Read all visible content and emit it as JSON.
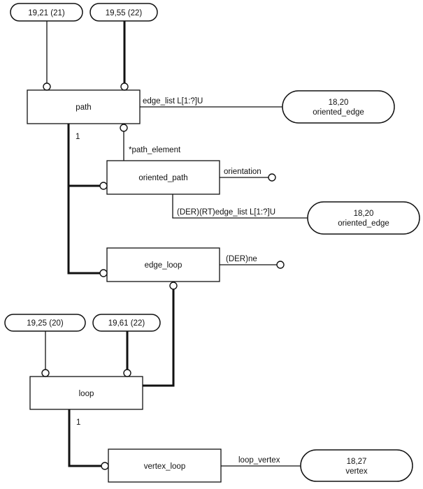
{
  "diagram": {
    "notation": "EXPRESS-G",
    "entities": {
      "path": "path",
      "oriented_path": "oriented_path",
      "edge_loop": "edge_loop",
      "loop": "loop",
      "vertex_loop": "vertex_loop"
    },
    "page_refs": {
      "top_left": "19,21 (21)",
      "top_right": "19,55 (22)",
      "mid_left": "19,25 (20)",
      "mid_right": "19,61 (22)",
      "oriented_edge_1": {
        "ref": "18,20",
        "name": "oriented_edge"
      },
      "oriented_edge_2": {
        "ref": "18,20",
        "name": "oriented_edge"
      },
      "vertex": {
        "ref": "18,27",
        "name": "vertex"
      }
    },
    "attributes": {
      "path_edge_list": "edge_list L[1:?]U",
      "path_element": "*path_element",
      "orientation": "orientation",
      "oriented_path_edge_list": "(DER)(RT)edge_list L[1:?]U",
      "edge_loop_ne": "(DER)ne",
      "loop_vertex": "loop_vertex"
    },
    "cardinalities": {
      "path_subtype": "1",
      "loop_subtype": "1"
    }
  }
}
